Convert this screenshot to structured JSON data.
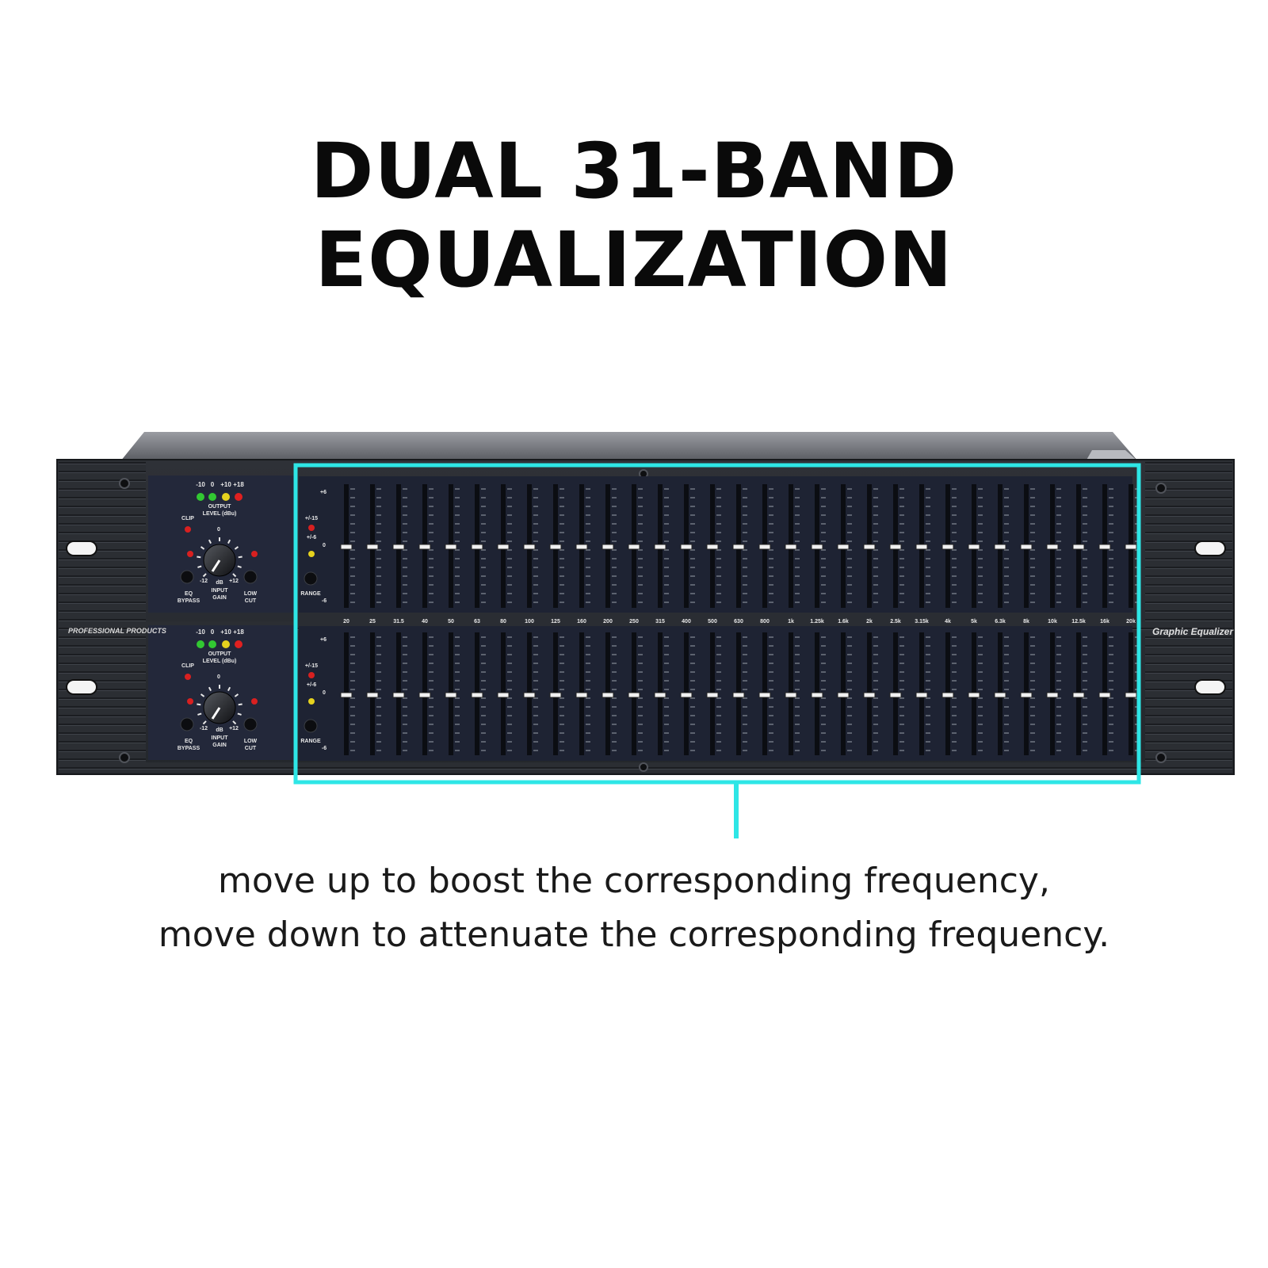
{
  "headline": "DUAL 31-BAND EQUALIZATION",
  "caption": {
    "line1": "move up to boost the corresponding frequency,",
    "line2": "move down to attenuate the corresponding frequency."
  },
  "device": {
    "brand_label": "PROFESSIONAL PRODUCTS",
    "model_label": "Graphic Equalizer",
    "meter_labels": [
      "-10",
      "0",
      "+10",
      "+18"
    ],
    "meter_colors": [
      "#32c832",
      "#32c832",
      "#e6d21e",
      "#e02020"
    ],
    "output_label_1": "OUTPUT",
    "output_label_2": "LEVEL (dBu)",
    "clip_label": "CLIP",
    "knob_top": "0",
    "knob_min": "-12",
    "knob_max": "+12",
    "knob_unit": "dB",
    "eq_bypass_1": "EQ",
    "eq_bypass_2": "BYPASS",
    "input_gain_1": "INPUT",
    "input_gain_2": "GAIN",
    "low_cut_1": "LOW",
    "low_cut_2": "CUT",
    "range_labels": [
      "+/-15",
      "+/-6"
    ],
    "range_button": "RANGE",
    "scale_top": "+6",
    "scale_mid": "0",
    "scale_bottom": "-6",
    "frequencies": [
      "20",
      "25",
      "31.5",
      "40",
      "50",
      "63",
      "80",
      "100",
      "125",
      "160",
      "200",
      "250",
      "315",
      "400",
      "500",
      "630",
      "800",
      "1k",
      "1.25k",
      "1.6k",
      "2k",
      "2.5k",
      "3.15k",
      "4k",
      "5k",
      "6.3k",
      "8k",
      "10k",
      "12.5k",
      "16k",
      "20k"
    ],
    "highlight_color": "#2ee6e6"
  }
}
